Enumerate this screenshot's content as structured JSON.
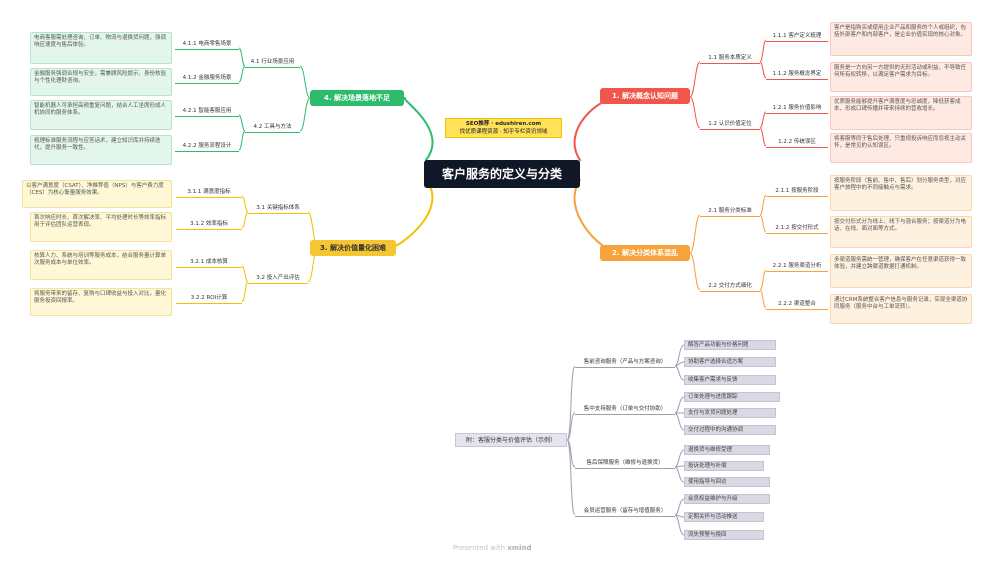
{
  "title": "客户服务的定义与分类",
  "banner": {
    "line1": "SEO推荐 · edushiren.com",
    "line2": "找优质课程资源 · 知乎专栏资讯领域"
  },
  "branches": {
    "b1": {
      "label": "1. 解决概念认知问题",
      "subs": [
        {
          "label": "1.1 服务本质定义",
          "leaves": [
            {
              "label": "1.1.1 客户定义梳理",
              "text": "客户是指购买或使用企业产品和服务的个人或组织，包括外部客户和内部客户，是企业价值实现的核心对象。"
            },
            {
              "label": "1.1.2 服务概念界定",
              "text": "服务是一方向另一方提供的无形活动或利益，不导致任何所有权转移，以满足客户需求为目标。"
            }
          ]
        },
        {
          "label": "1.2 认识价值定位",
          "leaves": [
            {
              "label": "1.2.1 服务价值影响",
              "text": "优质服务能够提升客户满意度与忠诚度，降低获客成本，形成口碑传播并带来持续的营收增长。"
            },
            {
              "label": "1.2.2 传统误区",
              "text": "将客服等同于售后处理、只重视投诉响应而忽视主动关怀，是常见的认知误区。"
            }
          ]
        }
      ]
    },
    "b2": {
      "label": "2. 解决分类体系混乱",
      "subs": [
        {
          "label": "2.1 服务分类标准",
          "leaves": [
            {
              "label": "2.1.1 按服务阶段",
              "text": "按服务阶段（售前、售中、售后）划分服务类型，对应客户旅程中的不同接触点与需求。"
            },
            {
              "label": "2.1.2 按交付形式",
              "text": "按交付形式分为线上、线下与混合服务；按渠道分为电话、在线、面对面等方式。"
            }
          ]
        },
        {
          "label": "2.2 交付方式细化",
          "leaves": [
            {
              "label": "2.2.1 服务渠道分析",
              "text": "多渠道服务需统一管理，确保客户在任意渠道获得一致体验，并建立跨渠道数据打通机制。"
            },
            {
              "label": "2.2.2 渠道整合",
              "text": "通过CRM系统整合客户信息与服务记录，实现全渠道协同服务（服务中台与工单流转）。"
            }
          ]
        }
      ]
    },
    "b3": {
      "label": "3. 解决价值量化困难",
      "subs": [
        {
          "label": "3.1 关键指标体系",
          "leaves": [
            {
              "label": "3.1.1 满意度指标",
              "text": "以客户满意度（CSAT）、净推荐值（NPS）与客户费力度（CES）为核心衡量服务效果。"
            },
            {
              "label": "3.1.2 效率指标",
              "text": "首次响应时长、首次解决率、平均处理时长等效率指标用于评估团队运营表现。"
            }
          ]
        },
        {
          "label": "3.2 投入产出评估",
          "leaves": [
            {
              "label": "3.2.1 成本核算",
              "text": "核算人力、系统与培训等服务成本，结合服务量计算单次服务成本与单位效率。"
            },
            {
              "label": "3.2.2 ROI计算",
              "text": "将服务带来的留存、复购与口碑收益与投入对比，量化服务投资回报率。"
            }
          ]
        }
      ]
    },
    "b4": {
      "label": "4. 解决场景落地不足",
      "subs": [
        {
          "label": "4.1 行业场景应用",
          "leaves": [
            {
              "label": "4.1.1 电商零售场景",
              "text": "电商客服需处理咨询、订单、物流与退换货问题，强调响应速度与售后体验。"
            },
            {
              "label": "4.1.2 金融服务场景",
              "text": "金融服务强调合规与安全，需兼顾风险提示、身份核验与个性化理财咨询。"
            }
          ]
        },
        {
          "label": "4.2 工具与方法",
          "leaves": [
            {
              "label": "4.2.1 智能客服应用",
              "text": "智能机器人可承担高频重复问题，结合人工坐席形成人机协同的服务体系。"
            },
            {
              "label": "4.2.2 服务流程设计",
              "text": "梳理标准服务流程与应答话术，建立知识库并持续迭代，提升服务一致性。"
            }
          ]
        }
      ]
    }
  },
  "tree": {
    "root": "附：客服分类与价值评估（示例）",
    "categories": [
      {
        "label": "售前咨询服务（产品与方案咨询）",
        "items": [
          "解答产品功能与价格问题",
          "协助客户选择合适方案",
          "收集客户需求与反馈"
        ]
      },
      {
        "label": "售中支持服务（订单与交付协助）",
        "items": [
          "订单处理与进度跟踪",
          "支付与发货问题处理",
          "交付过程中的沟通协调"
        ]
      },
      {
        "label": "售后保障服务（维修与退换货）",
        "items": [
          "退换货与维修受理",
          "投诉处理与补偿",
          "使用指导与回访"
        ]
      },
      {
        "label": "会员运营服务（留存与增值服务）",
        "items": [
          "会员权益维护与升级",
          "定期关怀与活动推送",
          "流失预警与挽回"
        ]
      }
    ]
  },
  "footer": {
    "prefix": "Presented with",
    "brand": "xmind"
  }
}
